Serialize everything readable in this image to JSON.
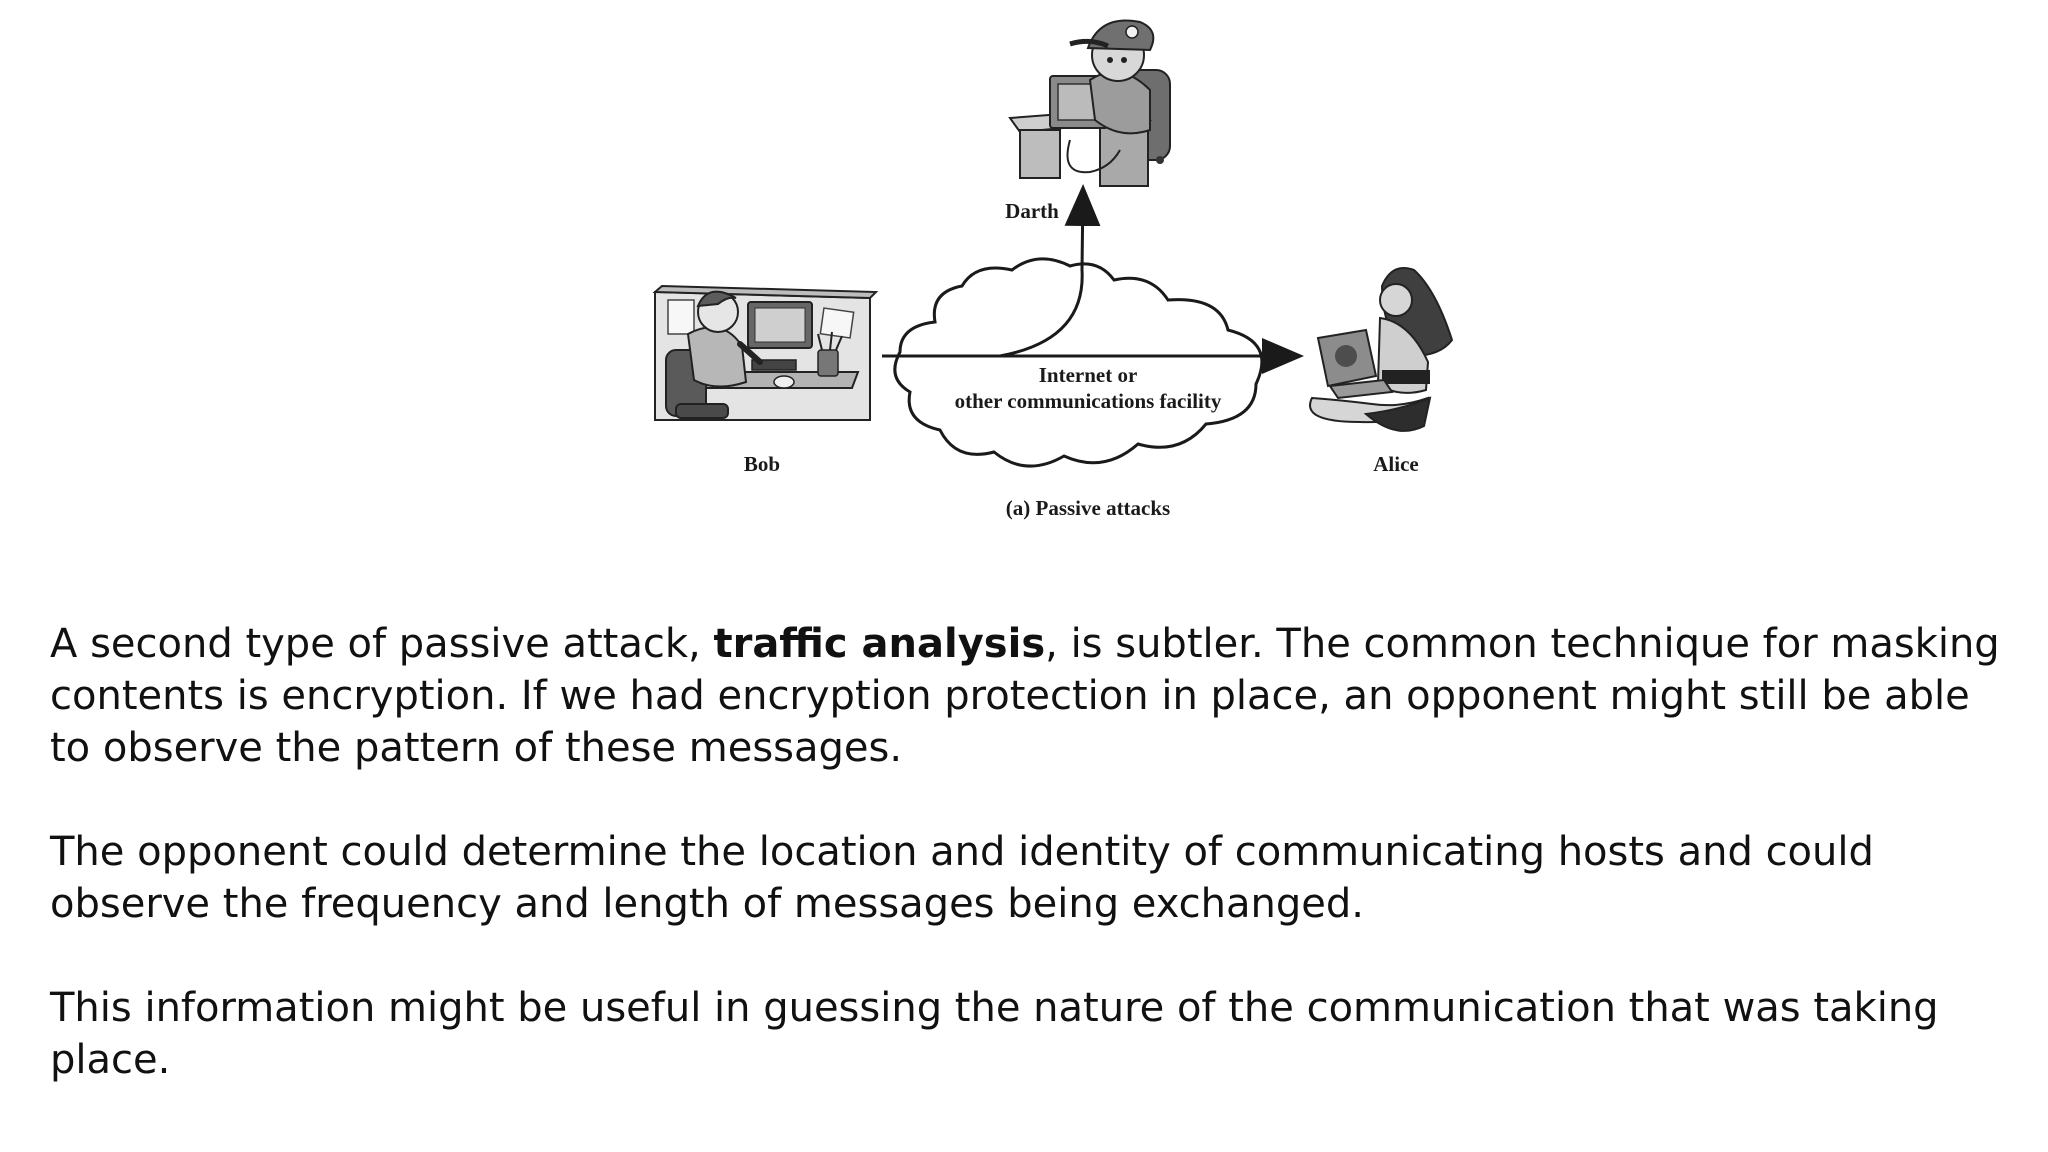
{
  "figure": {
    "darth_label": "Darth",
    "bob_label": "Bob",
    "alice_label": "Alice",
    "cloud_line1": "Internet or",
    "cloud_line2": "other communications facility",
    "caption": "(a) Passive attacks"
  },
  "body": {
    "p1_before": "A second type of passive attack, ",
    "p1_bold": "traffic analysis",
    "p1_after": ", is subtler. The common technique for masking contents is encryption. If we had encryption protection in place, an opponent might still be able to observe the pattern of these messages.",
    "p2": "The opponent could determine the location and identity of communicating hosts and could observe the frequency and length of messages being exchanged.",
    "p3": "This information might be useful in guessing the nature of the communication that was taking place."
  }
}
